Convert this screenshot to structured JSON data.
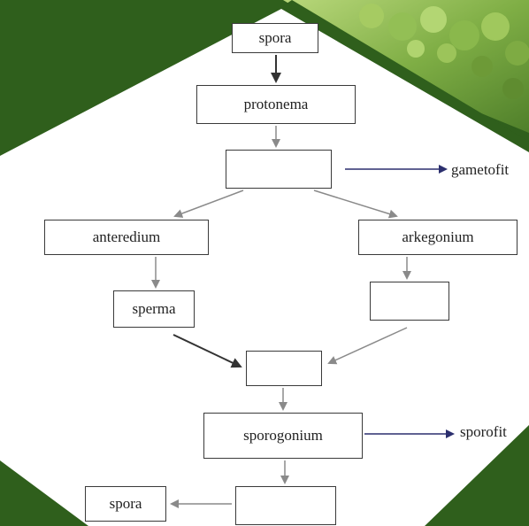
{
  "diagram": {
    "nodes": {
      "spora_top": "spora",
      "protonema": "protonema",
      "gametofit_stage": "",
      "anteredium": "anteredium",
      "arkegonium": "arkegonium",
      "sperma": "sperma",
      "ovum": "",
      "zygote": "",
      "sporogonium": "sporogonium",
      "capsule": "",
      "spora_bottom": "spora"
    },
    "side_labels": {
      "gametofit": "gametofit",
      "sporofit": "sporofit"
    }
  },
  "colors": {
    "background_green": "#2f5f1c",
    "panel": "#ffffff",
    "moss": "#86b54a",
    "navy_arrow": "#2b2f6e",
    "grey_arrow": "#8a8a8a",
    "dark_arrow": "#333333"
  },
  "icons": {
    "moss_photo": "moss-photo-corner"
  }
}
